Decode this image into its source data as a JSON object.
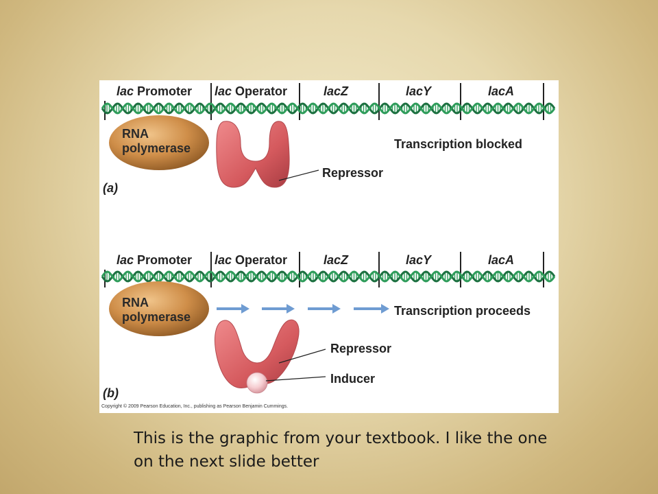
{
  "genes": [
    {
      "prefix": "lac",
      "name": " Promoter",
      "italic_name": false
    },
    {
      "prefix": "lac",
      "name": " Operator",
      "italic_name": false
    },
    {
      "prefix": "",
      "name": "lacZ",
      "italic_name": true
    },
    {
      "prefix": "",
      "name": "lacY",
      "italic_name": true
    },
    {
      "prefix": "",
      "name": "lacA",
      "italic_name": true
    }
  ],
  "panel_a": {
    "letter": "(a)",
    "polymerase_line1": "RNA",
    "polymerase_line2": "polymerase",
    "status": "Transcription blocked",
    "repressor": "Repressor"
  },
  "panel_b": {
    "letter": "(b)",
    "polymerase_line1": "RNA",
    "polymerase_line2": "polymerase",
    "status": "Transcription proceeds",
    "repressor": "Repressor",
    "inducer": "Inducer"
  },
  "copyright": "Copyright © 2009 Pearson Education, Inc., publishing as Pearson Benjamin Cummings.",
  "caption": "This is the graphic from your textbook. I like the one on the next slide better",
  "colors": {
    "dna": "#2e9c5a",
    "dna_dark": "#1c7040",
    "polymerase": "#c98a45",
    "repressor": "#d55a5e",
    "arrow": "#6f9cd2",
    "inducer": "#f3c2c7"
  }
}
